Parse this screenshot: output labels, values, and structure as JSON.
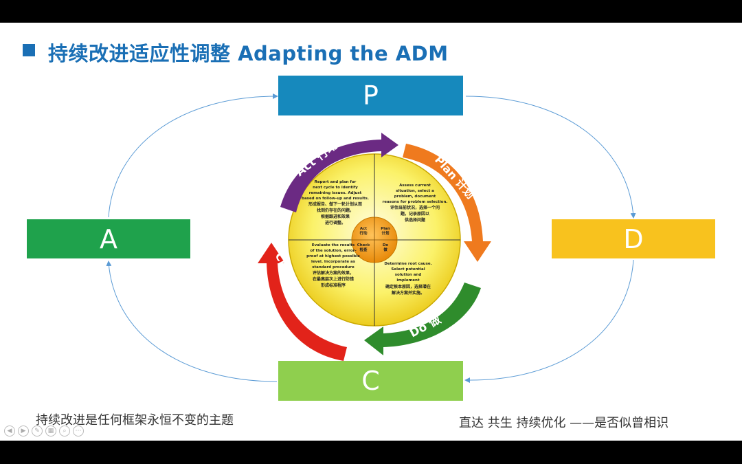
{
  "title": "持续改进适应性调整 Adapting the ADM",
  "cycle": {
    "p": "P",
    "d": "D",
    "c": "C",
    "a": "A"
  },
  "pdca": {
    "act_label": "Act 行动",
    "plan_label": "Plan 计划",
    "do_label": "Do 做",
    "check_label": "Check 检查",
    "center": {
      "act": "Act",
      "act_cn": "行动",
      "plan": "Plan",
      "plan_cn": "计划",
      "check": "Check",
      "check_cn": "检查",
      "do": "Do",
      "do_cn": "做"
    },
    "quadrants": {
      "act": [
        "Report and plan for",
        "next cycle to identify",
        "remaining issues. Adjust",
        "based on follow-up and results.",
        "形成报告、做下一轮计划从而",
        "找到仍存在的问题，",
        "根据跟进和效果",
        "进行调整。"
      ],
      "plan": [
        "Assess current",
        "situation, select a",
        "problem, document",
        "reasons for problem selection.",
        "评估当前状况，选择一个问",
        "题，记录原因以",
        "供选择问题"
      ],
      "check": [
        "Evaluate the results",
        "of the solution, error-",
        "proof at highest possible",
        "level. Incorporate as",
        "standard procedure",
        "评估解决方案的效果，",
        "在最高层次上进行防错",
        "形成标准程序"
      ],
      "do": [
        "Determine root cause.",
        "Select potential",
        "solution and",
        "implement",
        "确定根本原因，选择潜在",
        "解决方案并实施。"
      ]
    }
  },
  "footer": {
    "left": "持续改进是任何框架永恒不变的主题",
    "right": "直达  共生  持续优化  ——是否似曾相识"
  },
  "colors": {
    "title": "#1a6fb5",
    "p": "#1689bd",
    "d": "#f8c21e",
    "c": "#8fcf4e",
    "a": "#1fa24c",
    "act_arrow": "#6b2a83",
    "plan_arrow": "#ef7a1e",
    "do_arrow": "#2f8c2c",
    "check_arrow": "#e2231a"
  },
  "nav_icons": [
    "prev-icon",
    "next-icon",
    "pen-icon",
    "slides-icon",
    "zoom-icon",
    "more-icon"
  ]
}
